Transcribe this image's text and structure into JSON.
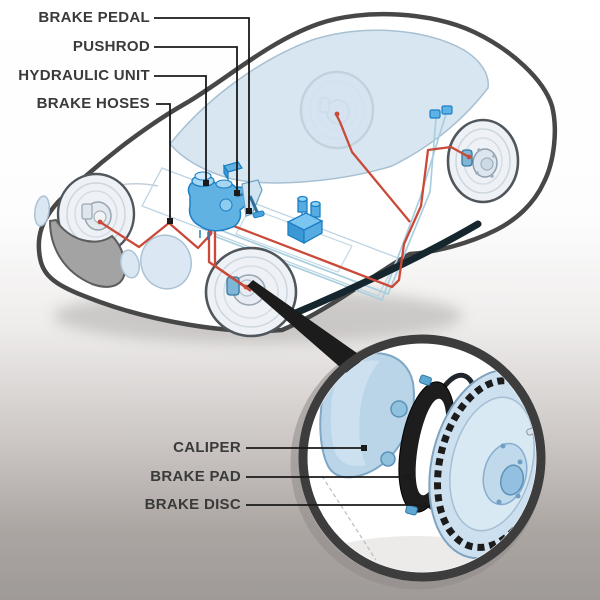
{
  "diagram": {
    "labels_top": [
      {
        "text": "BRAKE PEDAL"
      },
      {
        "text": "PUSHROD"
      },
      {
        "text": "HYDRAULIC UNIT"
      },
      {
        "text": "BRAKE HOSES"
      }
    ],
    "labels_bottom": [
      {
        "text": "CALIPER"
      },
      {
        "text": "BRAKE PAD"
      },
      {
        "text": "BRAKE DISC"
      }
    ],
    "colors": {
      "label_text": "#3a3a3a",
      "leader_line": "#1a1a1a",
      "car_outline": "#474747",
      "glass_blue": "#d3e3f0",
      "component_blue": "#5fb2e2",
      "pipe_blue": "#a9cede",
      "brake_line_red": "#c94a39",
      "wheel_fill": "#eef2f6",
      "magnifier_ring": "#3d3d3d",
      "background_top": "#ffffff",
      "background_bottom": "#9f9a97"
    }
  }
}
